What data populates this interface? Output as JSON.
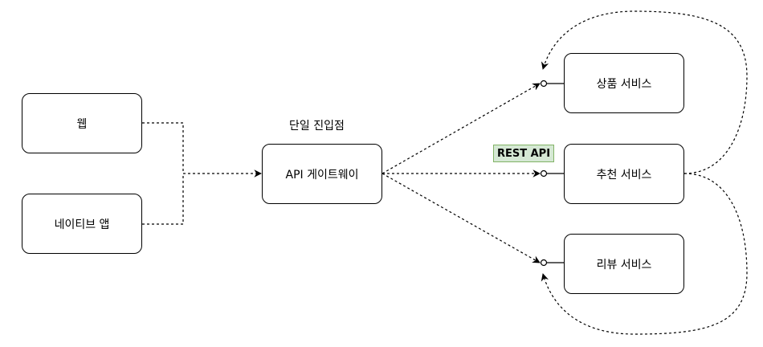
{
  "nodes": {
    "web": "웹",
    "native_app": "네이티브 앱",
    "gateway": "API 게이트웨이",
    "product_service": "상품 서비스",
    "recommend_service": "추천 서비스",
    "review_service": "리뷰 서비스"
  },
  "labels": {
    "single_entry": "단일 진입점",
    "rest_api": "REST API"
  },
  "colors": {
    "rest_badge_fill": "#d5e8d4",
    "rest_badge_border": "#82b366",
    "line": "#000000"
  }
}
